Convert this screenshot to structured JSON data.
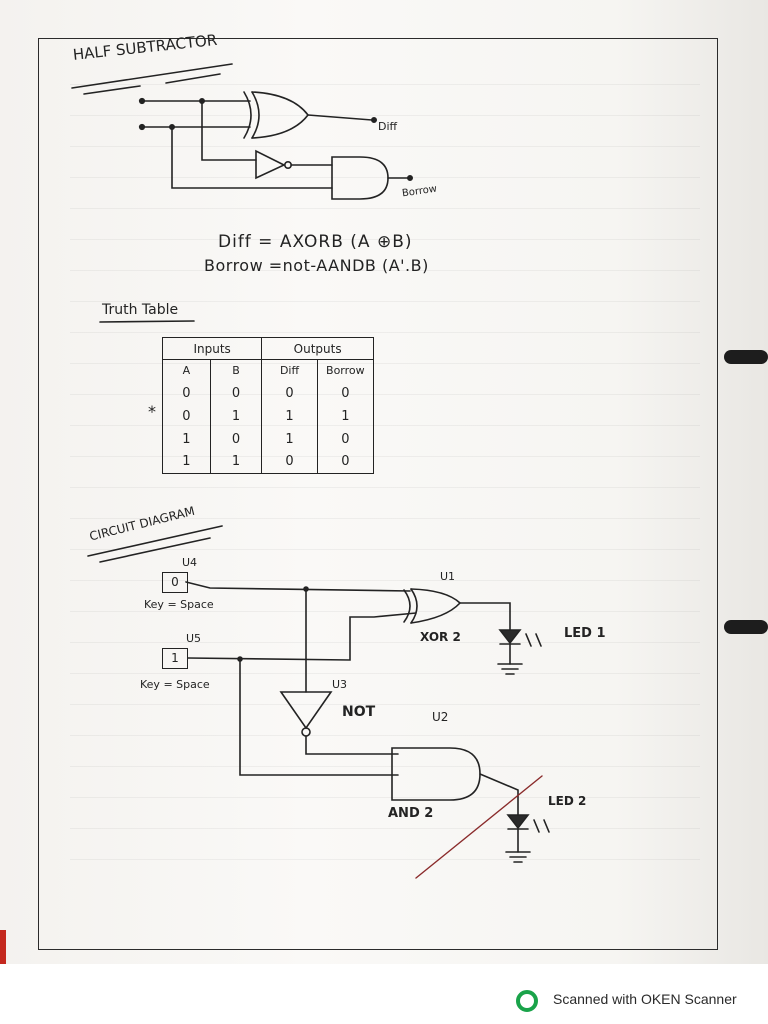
{
  "heading": "HALF SUBTRACTOR",
  "gate_labels": {
    "diff_out": "Diff",
    "borrow_out": "Borrow"
  },
  "equations": {
    "diff": "Diff = AXORB (A ⊕B)",
    "borrow": "Borrow =not-AANDB (A'.B)"
  },
  "truth_table": {
    "title": "Truth Table",
    "group_inputs": "Inputs",
    "group_outputs": "Outputs",
    "columns": [
      "A",
      "B",
      "Diff",
      "Borrow"
    ],
    "rows": [
      [
        "0",
        "0",
        "0",
        "0"
      ],
      [
        "0",
        "1",
        "1",
        "1"
      ],
      [
        "1",
        "0",
        "1",
        "0"
      ],
      [
        "1",
        "1",
        "0",
        "0"
      ]
    ],
    "row_marker": "*"
  },
  "circuit": {
    "title": "CIRCUIT DIAGRAM",
    "u4": {
      "ref": "U4",
      "value": "0",
      "key": "Key = Space"
    },
    "u5": {
      "ref": "U5",
      "value": "1",
      "key": "Key = Space"
    },
    "u1": {
      "ref": "U1",
      "name": "XOR 2",
      "led": "LED 1"
    },
    "u3": {
      "ref": "U3",
      "name": "NOT"
    },
    "u2": {
      "ref": "U2",
      "name": "AND 2",
      "led": "LED 2"
    }
  },
  "footer": {
    "text": "Scanned with OKEN Scanner",
    "icon": "oken-scanner-logo-icon",
    "accent": "#1aa34a"
  }
}
